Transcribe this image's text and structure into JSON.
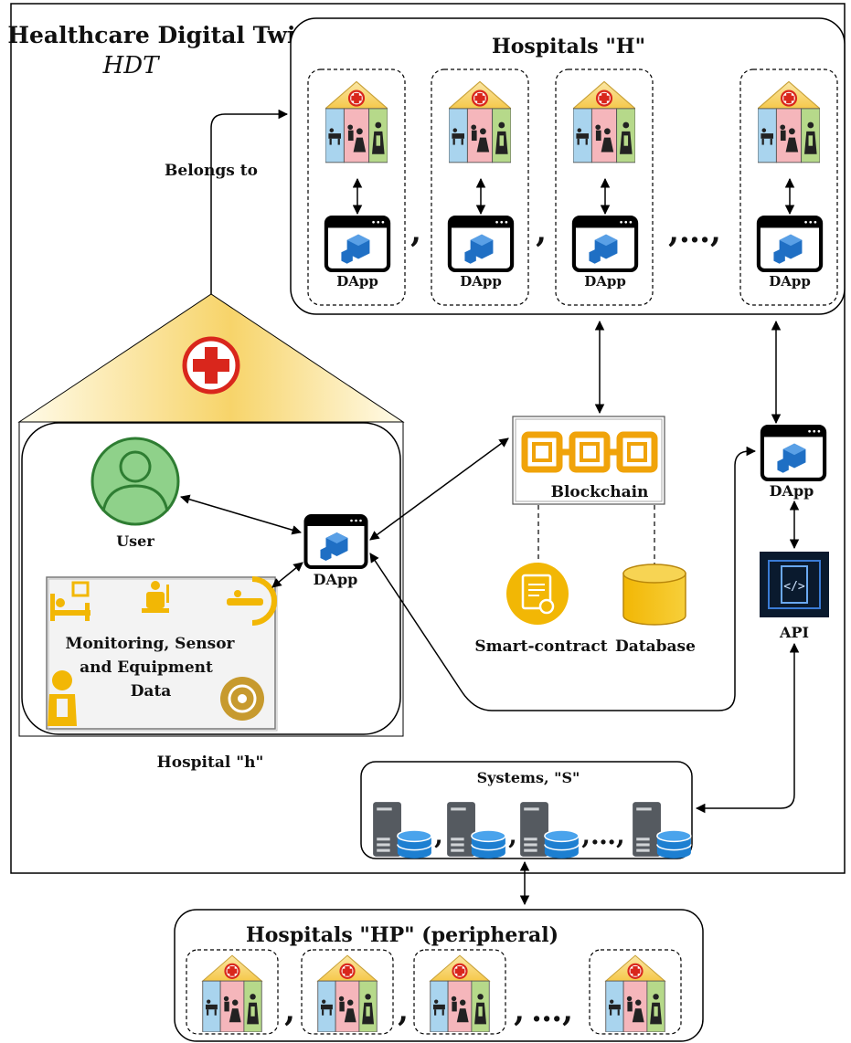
{
  "title": "Healthcare Digital Twin",
  "subtitle": "HDT",
  "hospitals_h": {
    "title": "Hospitals \"H\"",
    "dapp_label": "DApp",
    "separators": [
      ",",
      ",",
      ",…,"
    ]
  },
  "belongs_to": "Belongs to",
  "hospital_local": {
    "label": "Hospital \"h\"",
    "user_label": "User",
    "dapp_label": "DApp",
    "data_box_label": [
      "Monitoring, Sensor",
      "and Equipment",
      "Data"
    ]
  },
  "blockchain": {
    "label": "Blockchain"
  },
  "smart_contract": {
    "label": "Smart-contract"
  },
  "database": {
    "label": "Database"
  },
  "right_dapp": {
    "label": "DApp"
  },
  "api": {
    "label": "API"
  },
  "systems": {
    "title": "Systems, \"S\"",
    "separators": [
      ",",
      ",",
      ",…,"
    ]
  },
  "hospitals_hp": {
    "title": "Hospitals \"HP\" (peripheral)",
    "separators": [
      ",",
      ",",
      ",",
      "…,"
    ]
  },
  "colors": {
    "roof": "#f7dc8a",
    "roof_edge": "#e8b73a",
    "cross": "#d9261c",
    "blue_panel": "#a9d4ee",
    "pink_panel": "#f5b6bb",
    "green_panel": "#b6d98a",
    "cube": "#1f6fc4",
    "chain": "#f0a30a",
    "gold": "#f2b705",
    "user_fill": "#8fd18a",
    "user_edge": "#2e7d32",
    "server": "#555a60",
    "db_blue": "#1d7fd1",
    "api_bg": "#0a1a2e"
  }
}
